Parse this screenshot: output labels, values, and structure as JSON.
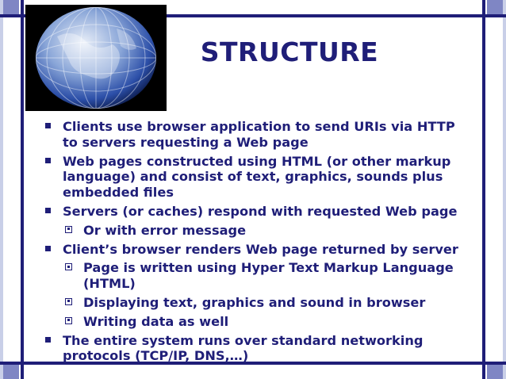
{
  "slide": {
    "title": "STRUCTURE",
    "image": "globe-grid-icon",
    "colors": {
      "text": "#1f1e78",
      "frame": "#1f1e78",
      "corner": "#7f86c4"
    },
    "bullets": [
      {
        "level": 1,
        "text": "Clients use browser application to send URIs via HTTP to servers requesting a Web page"
      },
      {
        "level": 1,
        "text": "Web pages constructed using HTML (or other markup language) and consist of text, graphics, sounds plus embedded files"
      },
      {
        "level": 1,
        "text": "Servers (or caches) respond with requested Web page"
      },
      {
        "level": 2,
        "text": "Or with error message"
      },
      {
        "level": 1,
        "text": "Client’s browser renders Web page returned by server"
      },
      {
        "level": 2,
        "text": "Page is written using Hyper Text Markup Language (HTML)"
      },
      {
        "level": 2,
        "text": "Displaying text, graphics and sound in browser"
      },
      {
        "level": 2,
        "text": "Writing data as well"
      },
      {
        "level": 1,
        "text": "The entire system runs over standard networking protocols (TCP/IP, DNS,…)"
      }
    ]
  }
}
